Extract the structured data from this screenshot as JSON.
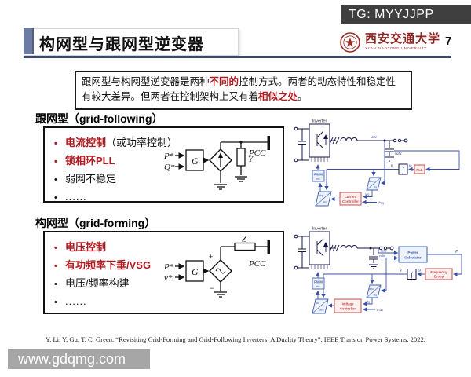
{
  "badge": {
    "text": "TG: MYYJJPP"
  },
  "header": {
    "title": "构网型与跟网型逆变器",
    "page": "7",
    "university_cn": "西安交通大学",
    "university_en": "XI'AN JIAOTONG UNIVERSITY"
  },
  "intro": {
    "p1": "跟网型与构网型逆变器是两种",
    "h1": "不同的",
    "p2": "控制方式。两者的动态特性和稳定性有较大差异。但两者在控制架构上又有着",
    "h2": "相似之处",
    "p3": "。"
  },
  "ui": {
    "bullet": "•"
  },
  "gfl": {
    "heading": "跟网型（grid-following）",
    "b1r": "电流控制",
    "b1k": "（或功率控制）",
    "b2r": "锁相环PLL",
    "b3": "弱网不稳定",
    "b4": "......",
    "circuit": {
      "in1": "P*",
      "in2": "Q*",
      "g": "G",
      "y": "Y",
      "pcc": "PCC"
    }
  },
  "gfm": {
    "heading": "构网型（grid-forming）",
    "b1r": "电压控制",
    "b2r": "有功频率下垂/VSG",
    "b3": "电压/频率构建",
    "b4": "......",
    "circuit": {
      "in1": "P*",
      "in2": "v*",
      "g": "G",
      "z": "Z",
      "pcc": "PCC",
      "plus": "+",
      "minus": "−"
    }
  },
  "d1": {
    "name": "Inverter",
    "pwm1": "PWM",
    "pwm2": "etc.",
    "iabc": "iabc",
    "vabc": "vabc",
    "pll": "PLL",
    "integ": "∫",
    "omega": "ω",
    "theta": "θ",
    "t_dq": "dq",
    "t_abc": "abc",
    "idq": "idq",
    "idqref": "i*dq",
    "cc1": "Current",
    "cc2": "Controller"
  },
  "d2": {
    "name": "Inverter",
    "pwm1": "PWM",
    "pwm2": "etc.",
    "iabc": "iabc",
    "vabc": "vabc",
    "pc1": "Power",
    "pc2": "Calculator",
    "p": "P",
    "fd1": "Frequency",
    "fd2": "Droop",
    "integ": "∫",
    "omega": "ω",
    "theta": "θ",
    "t_dq": "dq",
    "t_abc": "abc",
    "vdq": "vdq",
    "vdqref": "v*dq",
    "vc1": "Voltage",
    "vc2": "Controller"
  },
  "footer": {
    "citation": "Y. Li, Y. Gu, T. C. Green, “Revisiting Grid-Forming and Grid-Following Inverters: A Duality Theory”, IEEE Trans on Power Systems, 2022."
  },
  "watermark": {
    "text": "www.gdqmg.com"
  }
}
